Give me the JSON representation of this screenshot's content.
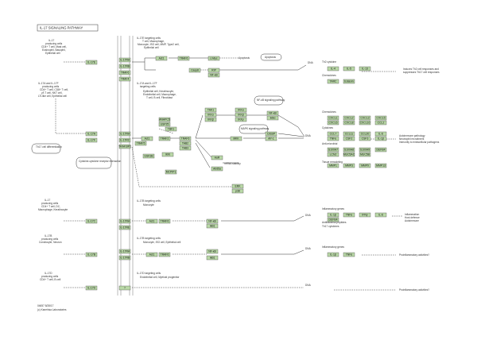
{
  "title": "IL-17 SIGNALING PATHWAY",
  "footer": [
    "04657 8/28/17",
    "(c) Kanehisa Laboratories"
  ],
  "cells": [
    [
      "IL-17",
      "producing cells",
      "CD4+ T cell, Mast cell,",
      "Eosinophil, Basophil,",
      "Epithelial cell"
    ],
    [
      "IL-17A and IL-17F",
      "producing cells",
      "CD4+ T cell, CD8+ T cell,",
      "γδ T cell, NKT cell,",
      "LTi-like cell, Epithelial cell"
    ],
    [
      "IL-17",
      "producing cells",
      "CD4+ T cell, DC,",
      "Macrophage, Keratinocyte"
    ],
    [
      "IL-17B",
      "producing cells",
      "Condrocyte, Neuron"
    ],
    [
      "IL-17D",
      "producing cells",
      "CD4+ T cell, B cell"
    ],
    [
      "IL-17E targeting cells",
      "T cell, Macrophage,",
      "Monocyte, ISO cell, MMP, Type2 cell,",
      "Epithelial cell"
    ],
    [
      "IL-17A and IL-17F",
      "targeting cells",
      "Epithelial cell, Keratinocyte,",
      "Endothelial cell, Macrophage,",
      "T cell, B cell, Fibroblast"
    ],
    [
      "IL-17B targeting cells",
      "Monocyte"
    ],
    [
      "IL-17B targeting cells",
      "Monocyte, ISO cell, Epithelial cell"
    ],
    [
      "IL-17D targeting cells",
      "Endothelial cell, Myeloid progenitor"
    ]
  ],
  "bubbles": [
    "Th17 cell differentiation",
    "Cytokine-cytokine receptor interaction",
    "Apoptosis",
    "NF-κB signaling pathway",
    "MAPK signaling pathway"
  ],
  "genes": {
    "row1": [
      "IL-17E",
      "IL-17RA",
      "IL-17RB",
      "TRAF6",
      "TRAF4",
      "Act1",
      "TRAF6",
      "c-Myc",
      "RIP",
      "NF-κB",
      "Casp8",
      "IL-4",
      "IL-5",
      "IL-13",
      "CCL",
      "CXCL",
      "Eotaxin",
      "TARC"
    ],
    "row2": [
      "IL-17A",
      "IL-17F",
      "IL-17RA",
      "IL-17RC",
      "TRAF3IP2",
      "TRAF5",
      "TRAF2",
      "ANAPC5",
      "USP25",
      "TBK1",
      "IKKi",
      "Act1",
      "TRAF6",
      "TAB2",
      "TAB3",
      "TAK1",
      "IKKα",
      "IKKβ",
      "IKKγ",
      "IκBα",
      "NF-κB",
      "MKK",
      "AP-1",
      "C/EBP",
      "ERK",
      "p38",
      "JNK",
      "GSK3B",
      "HuR",
      "Arid5a",
      "MCPIP1",
      "CHOP"
    ],
    "outputs": [
      "CXCL1",
      "CXCL2",
      "CXCL3",
      "CXCL5",
      "CXCL6",
      "CXCL8",
      "CXCL10",
      "CCL2",
      "CCL7",
      "CCL11",
      "CCL20",
      "IL-6",
      "TNFα",
      "CSF2",
      "CSF3",
      "IL-1β",
      "S100A7",
      "S100A8",
      "S100A9",
      "DEFB4",
      "LCN2",
      "MUC5AC",
      "MUC5B",
      "MMP1",
      "MMP3",
      "MMP9",
      "MMP13"
    ],
    "row3": [
      "IL-17C",
      "IL-17RA",
      "IL-17RE",
      "Act1",
      "TRAF6",
      "NF-κB",
      "IκBζ",
      "IL-1β",
      "TNFα",
      "IFNγ",
      "IL-6",
      "DEFB4"
    ],
    "row4": [
      "IL-17B",
      "IL-17RA",
      "IL-17RB",
      "Act1",
      "TRAF6",
      "NF-κB",
      "IκBζ",
      "IL-1β",
      "TNFα"
    ],
    "row5": [
      "IL-17D",
      "?"
    ]
  },
  "labels": {
    "dna": "DNA",
    "th2": "Th2 cytokine",
    "chemokines": "Chemokines",
    "cytokines": "Cytokines",
    "antimicrobial": "Anti-microbial",
    "tissue": "Tissue remodeling",
    "inflam": "Inflammatory genes",
    "antibac": "Antibacterial peptides",
    "th17": "Th17 cytokines",
    "mrna": "mRNA stability",
    "apoptosis_arrow": "Apoptosis",
    "ikz": "IκBζ"
  },
  "outcomes": [
    [
      "Induces Th2 cell responses and",
      "suppresses Th17 cell responses"
    ],
    [
      "Autoimmune pathology",
      "Neutrophil recruitment",
      "Immunity to extracellular pathogens"
    ],
    [
      "Inflammation",
      "Host defence",
      "Autoimmune"
    ],
    [
      "Proinflammatory activities?"
    ],
    [
      "Proinflammatory activities?"
    ]
  ],
  "colors": {
    "gene_fill": "#b9d8a7",
    "stroke": "#333333"
  }
}
